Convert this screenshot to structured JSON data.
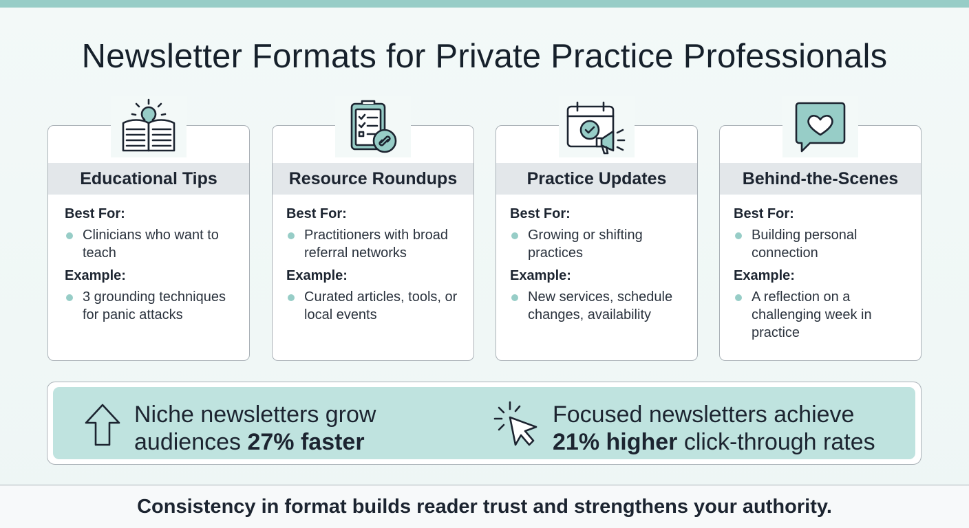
{
  "title": "Newsletter Formats for Private Practice Professionals",
  "colors": {
    "accent": "#97cdc7",
    "panel": "#bfe3df",
    "header_band": "#e3e7ea",
    "text": "#1c2430"
  },
  "cards": [
    {
      "icon": "book-lightbulb-icon",
      "title": "Educational Tips",
      "best_for_label": "Best For:",
      "best_for": "Clinicians who want to teach",
      "example_label": "Example:",
      "example": "3 grounding techniques for panic attacks"
    },
    {
      "icon": "clipboard-link-icon",
      "title": "Resource Roundups",
      "best_for_label": "Best For:",
      "best_for": "Practitioners with broad referral networks",
      "example_label": "Example:",
      "example": "Curated articles, tools, or local events"
    },
    {
      "icon": "calendar-megaphone-icon",
      "title": "Practice Updates",
      "best_for_label": "Best For:",
      "best_for": "Growing or shifting practices",
      "example_label": "Example:",
      "example": "New services, schedule changes, availability"
    },
    {
      "icon": "heart-chat-icon",
      "title": "Behind-the-Scenes",
      "best_for_label": "Best For:",
      "best_for": "Building personal connection",
      "example_label": "Example:",
      "example": "A reflection on a challenging week in practice"
    }
  ],
  "stats": [
    {
      "icon": "arrow-up-icon",
      "line1": "Niche newsletters grow",
      "line2_prefix": "audiences ",
      "line2_bold": "27% faster",
      "line2_suffix": ""
    },
    {
      "icon": "cursor-click-icon",
      "line1": "Focused newsletters achieve",
      "line2_prefix": "",
      "line2_bold": "21% higher",
      "line2_suffix": " click-through rates"
    }
  ],
  "footer": "Consistency in format builds reader trust and strengthens your authority."
}
